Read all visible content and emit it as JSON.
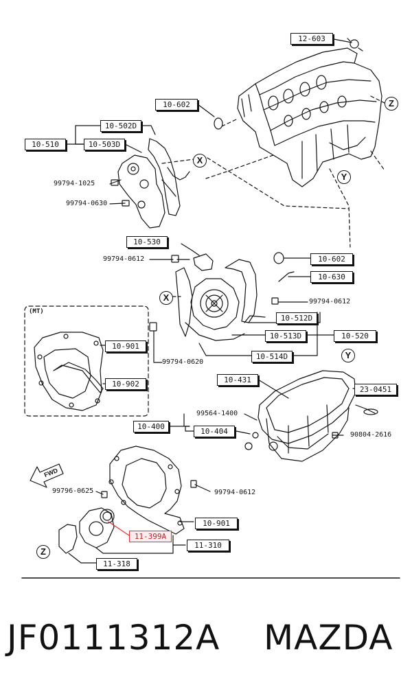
{
  "diagram": {
    "box_labels": [
      {
        "id": "12-603",
        "text": "12-603"
      },
      {
        "id": "10-602a",
        "text": "10-602"
      },
      {
        "id": "10-502D",
        "text": "10-502D"
      },
      {
        "id": "10-510",
        "text": "10-510"
      },
      {
        "id": "10-503D",
        "text": "10-503D"
      },
      {
        "id": "10-530",
        "text": "10-530"
      },
      {
        "id": "10-602b",
        "text": "10-602"
      },
      {
        "id": "10-630",
        "text": "10-630"
      },
      {
        "id": "10-512D",
        "text": "10-512D"
      },
      {
        "id": "10-513D",
        "text": "10-513D"
      },
      {
        "id": "10-520",
        "text": "10-520"
      },
      {
        "id": "10-514D",
        "text": "10-514D"
      },
      {
        "id": "10-901a",
        "text": "10-901"
      },
      {
        "id": "10-902",
        "text": "10-902"
      },
      {
        "id": "10-431",
        "text": "10-431"
      },
      {
        "id": "23-0451",
        "text": "23-0451"
      },
      {
        "id": "10-400",
        "text": "10-400"
      },
      {
        "id": "10-404",
        "text": "10-404"
      },
      {
        "id": "10-901b",
        "text": "10-901"
      },
      {
        "id": "11-399A",
        "text": "11-399A",
        "highlighted": true
      },
      {
        "id": "11-310",
        "text": "11-310"
      },
      {
        "id": "11-318",
        "text": "11-318"
      }
    ],
    "part_codes": [
      {
        "id": "c1",
        "text": "99794-1025"
      },
      {
        "id": "c2",
        "text": "99794-0630"
      },
      {
        "id": "c3",
        "text": "99794-0612"
      },
      {
        "id": "c4",
        "text": "99794-0612"
      },
      {
        "id": "c5",
        "text": "99794-0620"
      },
      {
        "id": "c6",
        "text": "99564-1400"
      },
      {
        "id": "c7",
        "text": "90804-2616"
      },
      {
        "id": "c8",
        "text": "99796-0625"
      },
      {
        "id": "c9",
        "text": "99794-0612"
      }
    ],
    "view_markers": [
      {
        "id": "z1",
        "text": "Z"
      },
      {
        "id": "x1",
        "text": "X"
      },
      {
        "id": "y1",
        "text": "Y"
      },
      {
        "id": "x2",
        "text": "X"
      },
      {
        "id": "y2",
        "text": "Y"
      },
      {
        "id": "z2",
        "text": "Z"
      }
    ],
    "mt_tag": "(MT)",
    "fwd_arrow": "FWD",
    "highlight_color": "#e0303a"
  },
  "caption": {
    "part_number": "JF0111312A",
    "brand": "MAZDA"
  }
}
